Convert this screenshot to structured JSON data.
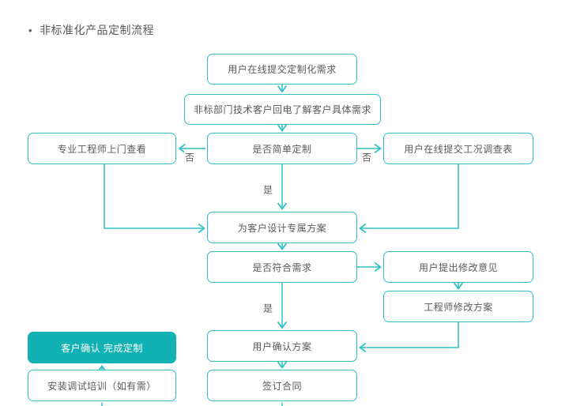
{
  "colors": {
    "line": "#2fc0c6",
    "fill": "#12b1b3",
    "text": "#595959",
    "filled_text": "#ffffff",
    "background": "#ffffff"
  },
  "title": {
    "bullet": "•",
    "text": "非标准化产品定制流程"
  },
  "flowchart": {
    "nodes": [
      {
        "id": "submit-request",
        "label": "用户在线提交定制化需求"
      },
      {
        "id": "callback",
        "label": "非标部门技术客户回电了解客户具体需求"
      },
      {
        "id": "engineer-visit",
        "label": "专业工程师上门查看"
      },
      {
        "id": "simple-decision",
        "label": "是否简单定制"
      },
      {
        "id": "survey-form",
        "label": "用户在线提交工况调查表"
      },
      {
        "id": "design-plan",
        "label": "为客户设计专属方案"
      },
      {
        "id": "meets-needs",
        "label": "是否符合需求"
      },
      {
        "id": "feedback",
        "label": "用户提出修改意见"
      },
      {
        "id": "revise-plan",
        "label": "工程师修改方案"
      },
      {
        "id": "confirm-plan",
        "label": "用户确认方案"
      },
      {
        "id": "sign-contract",
        "label": "签订合同"
      },
      {
        "id": "complete",
        "label": "客户确认 完成定制"
      },
      {
        "id": "install-training",
        "label": "安装调试培训（如有需）"
      }
    ],
    "edge_labels": [
      {
        "id": "no-left",
        "text": "否"
      },
      {
        "id": "no-right",
        "text": "否"
      },
      {
        "id": "yes-upper",
        "text": "是"
      },
      {
        "id": "yes-lower",
        "text": "是"
      }
    ]
  }
}
